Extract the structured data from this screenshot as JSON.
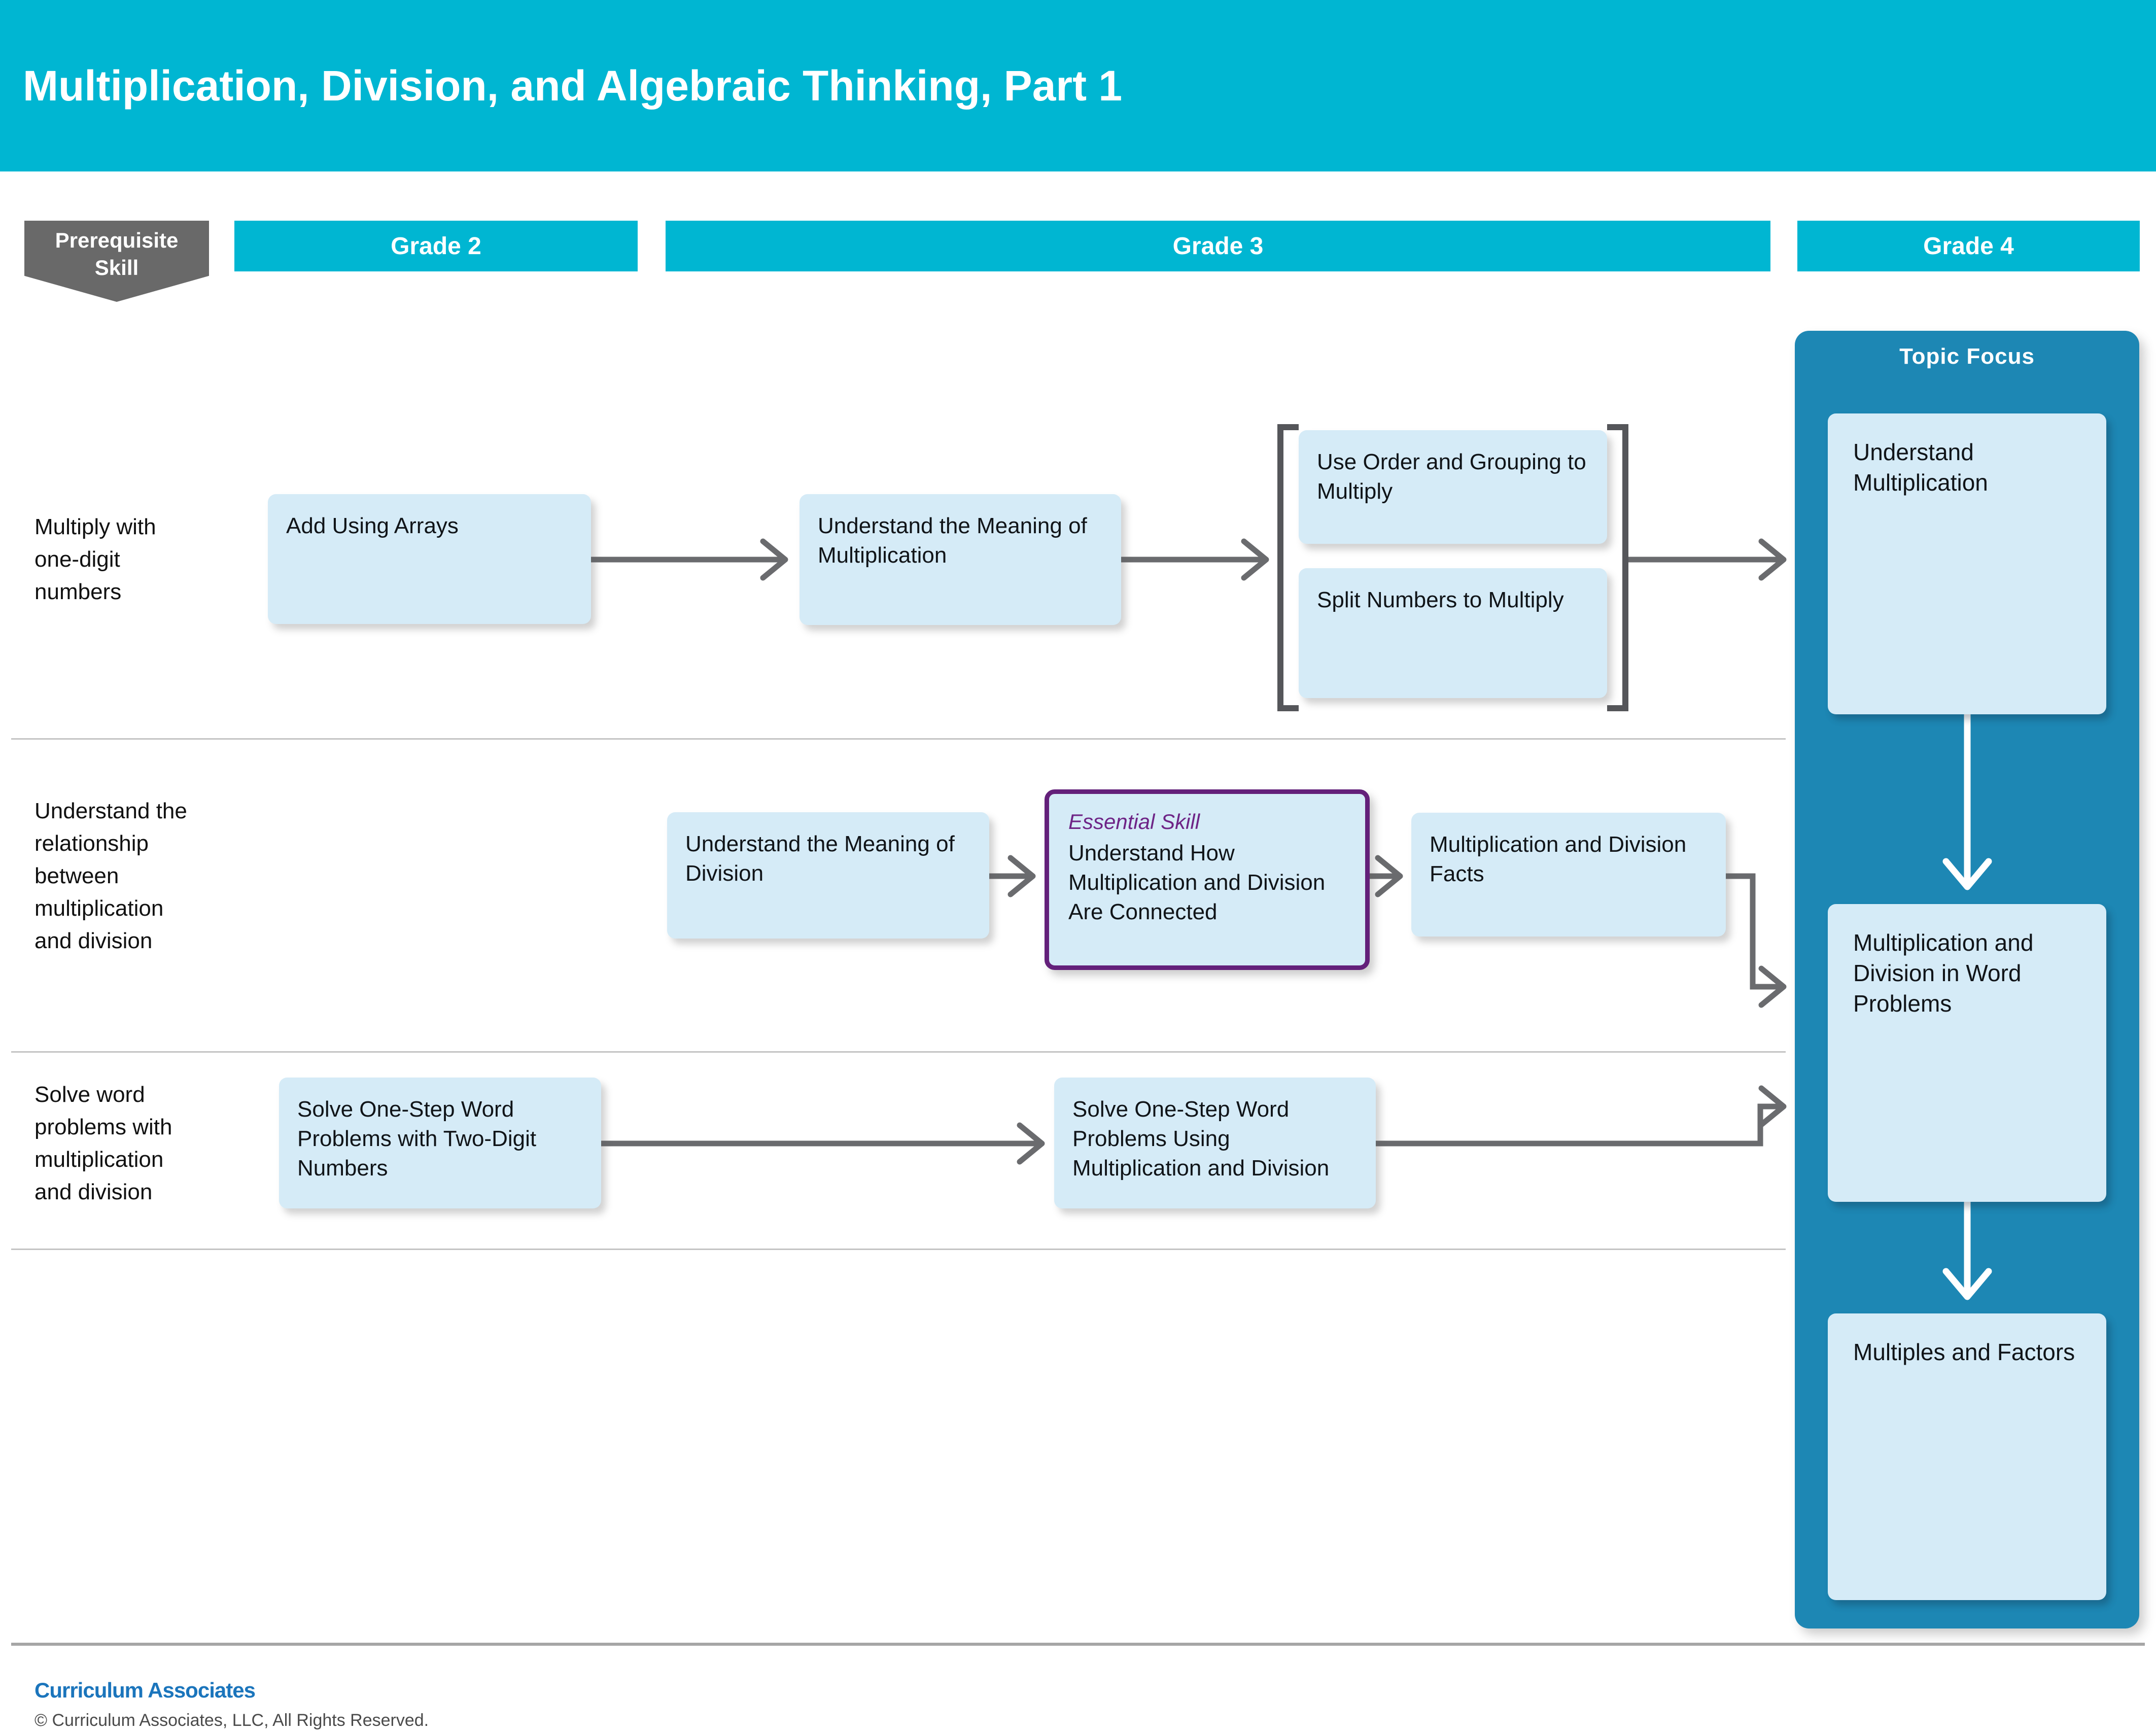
{
  "header": {
    "title": "Multiplication, Division, and Algebraic Thinking, Part 1"
  },
  "legend": {
    "prerequisite_badge": "Prerequisite\nSkill"
  },
  "grade_columns": [
    "Grade 2",
    "Grade 3",
    "Grade 4"
  ],
  "topic_focus": {
    "title": "Topic Focus",
    "items": [
      "Understand Multiplication",
      "Multiplication and Division in Word Problems",
      "Multiples and Factors"
    ]
  },
  "rows": [
    {
      "label": "Multiply with\none-digit\nnumbers",
      "grade2_box": "Add Using Arrays",
      "grade3_box": "Understand the Meaning of Multiplication",
      "grade3_group": [
        "Use Order and Grouping to Multiply",
        "Split Numbers to Multiply"
      ]
    },
    {
      "label": "Understand the\nrelationship\nbetween\nmultiplication\nand division",
      "grade3_box": "Understand the Meaning of Division",
      "essential_skill": {
        "tag": "Essential Skill",
        "title": "Understand How Multiplication and Division Are Connected"
      },
      "grade3_box_2": "Multiplication and Division Facts"
    },
    {
      "label": "Solve word\nproblems with\nmultiplication\nand division",
      "grade2_box": "Solve One-Step Word Problems with Two-Digit Numbers",
      "grade3_box": "Solve One-Step Word Problems Using Multiplication and Division"
    }
  ],
  "footer": {
    "logo": "Curriculum Associates",
    "copyright": "© Curriculum Associates, LLC, All Rights Reserved."
  },
  "colors": {
    "header_cyan": "#00b6d2",
    "panel_blue": "#1d87b4",
    "skill_box_blue": "#d5ebf7",
    "essential_purple": "#63207a",
    "essential_text_purple": "#6e2486",
    "arrow_gray": "#6a6b6e",
    "bracket_gray": "#55565a",
    "badge_gray": "#696969",
    "logo_blue": "#1b75bc"
  }
}
